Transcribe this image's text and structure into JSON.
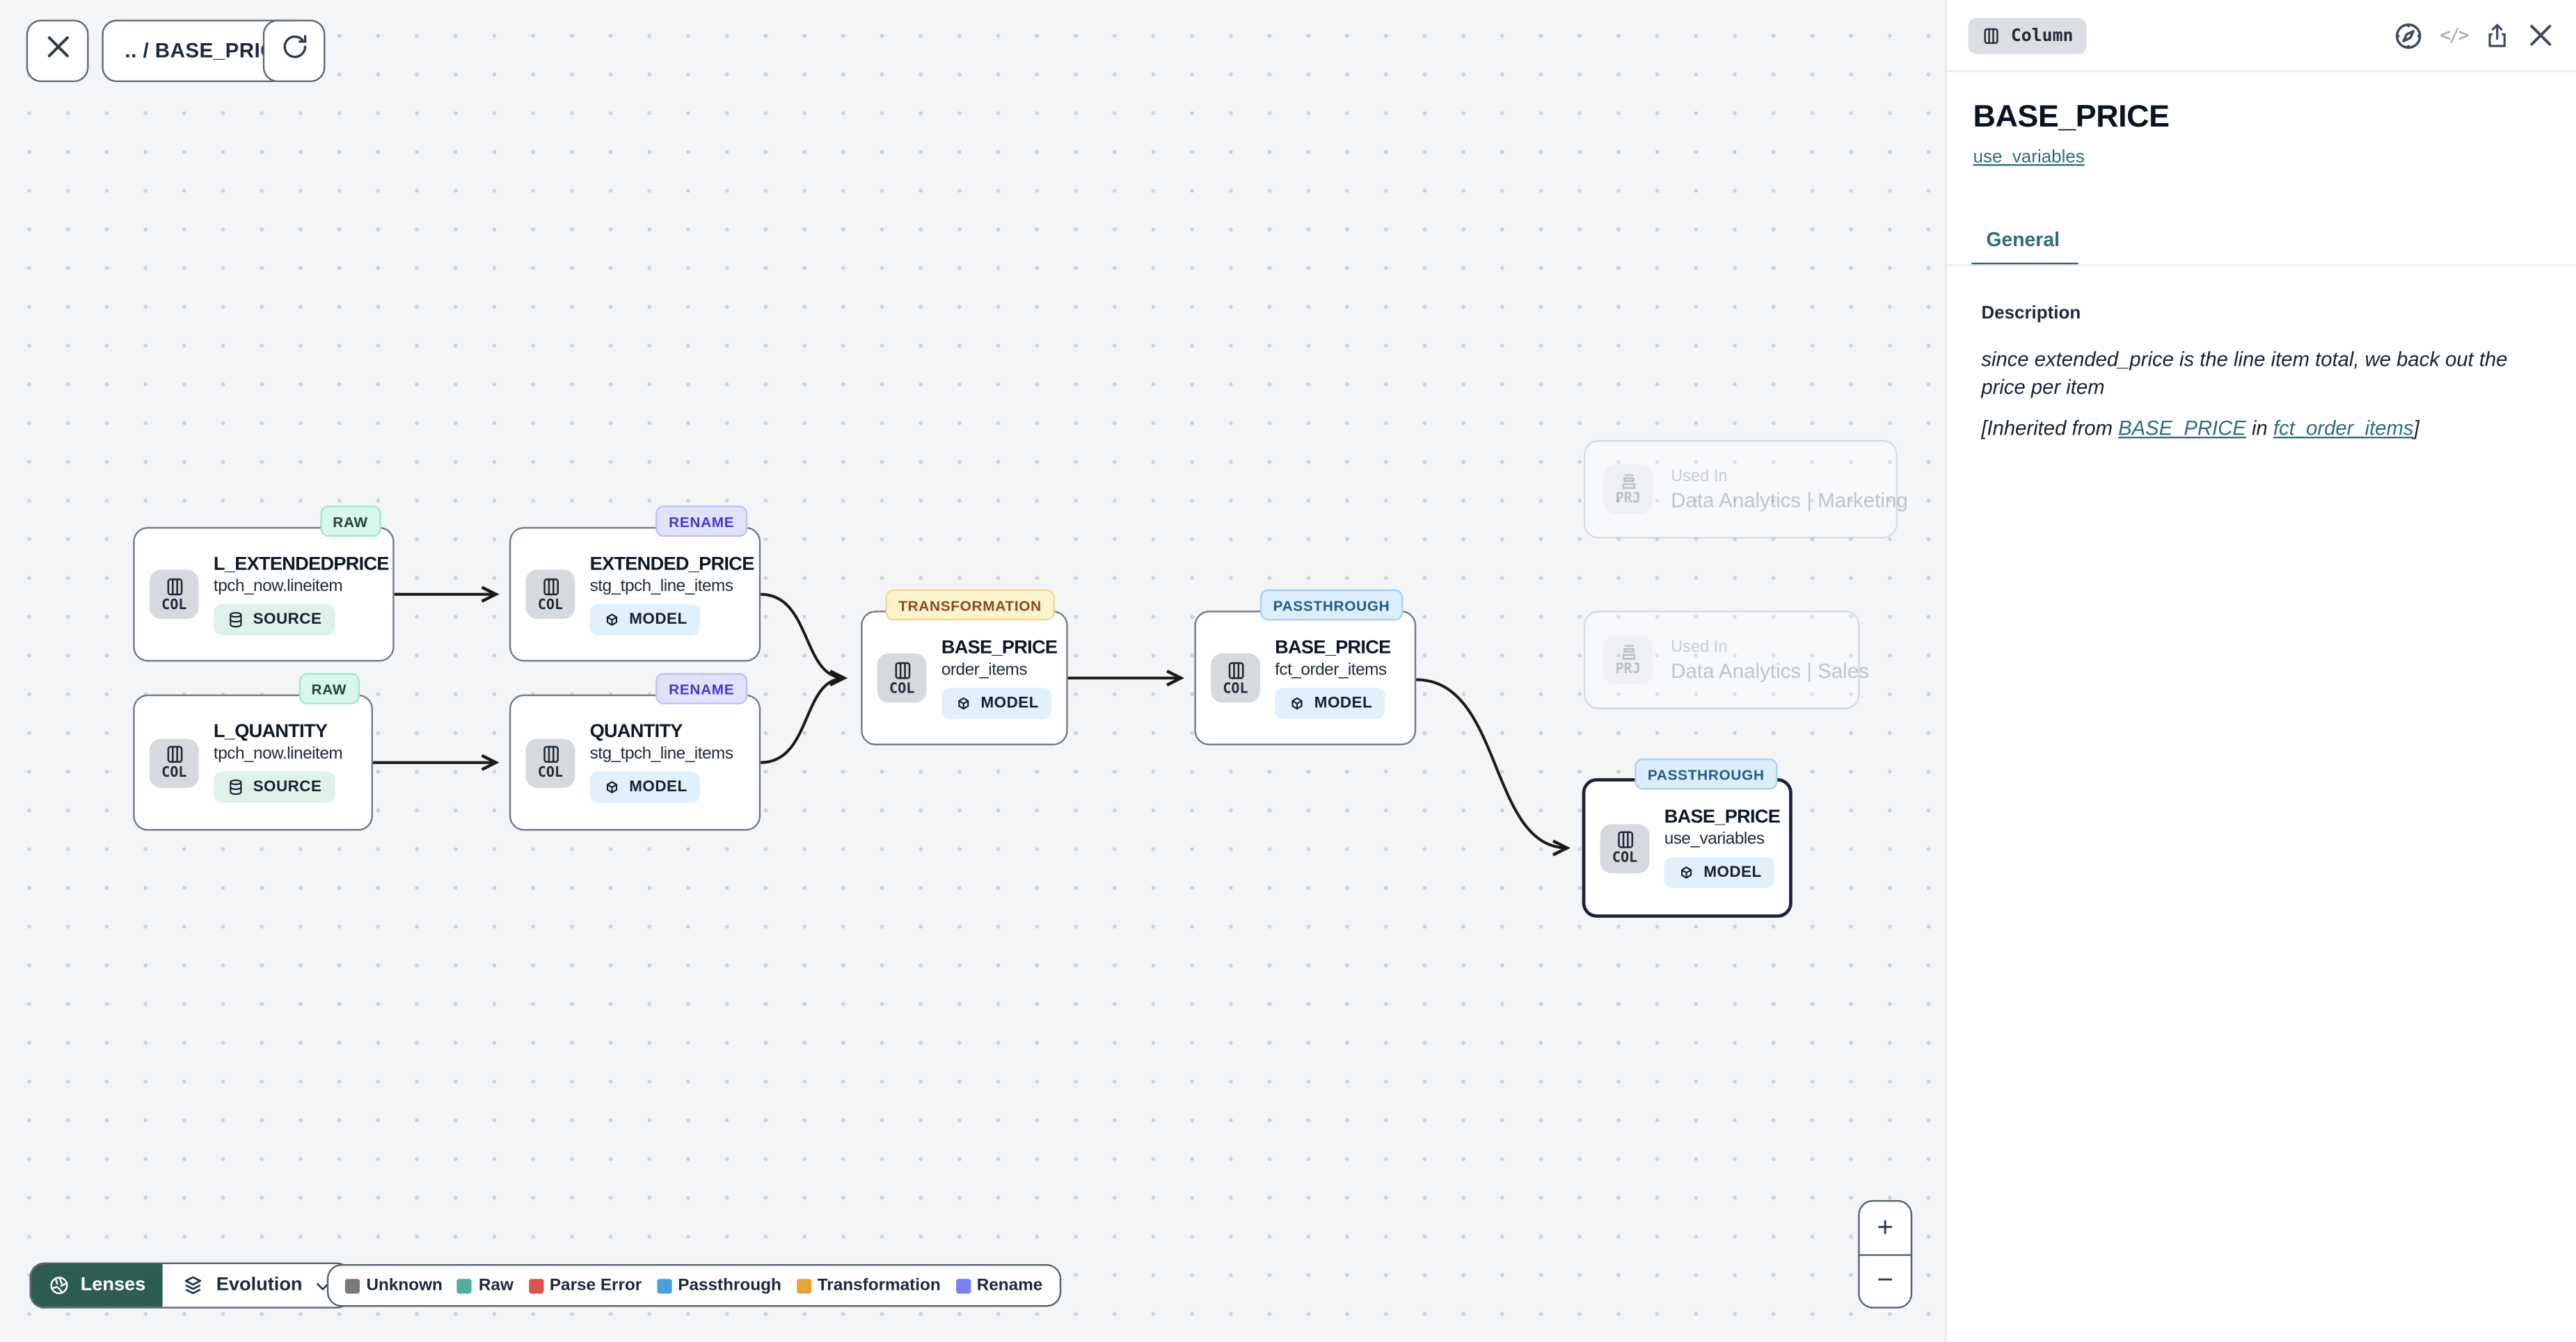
{
  "toolbar": {
    "breadcrumb": ".. / BASE_PRICE",
    "close_icon": "x-icon",
    "refresh_icon": "refresh-icon"
  },
  "panel": {
    "type_badge": "Column",
    "header_icons": [
      "compass-icon",
      "code-icon",
      "share-icon",
      "close-icon"
    ],
    "code_glyph": "</>",
    "title": "BASE_PRICE",
    "model_link": "use_variables",
    "tab_general": "General",
    "description_heading": "Description",
    "description_text": "since extended_price is the line item total, we back out the price per item",
    "inherited_prefix": "[Inherited from ",
    "inherited_link_column": "BASE_PRICE",
    "inherited_middle": " in ",
    "inherited_link_model": "fct_order_items",
    "inherited_suffix": "]"
  },
  "graph": {
    "badge_label": "COL",
    "nodes": [
      {
        "tag": "RAW",
        "title": "L_EXTENDEDPRICE",
        "subtitle": "tpch_now.lineitem",
        "kind": "SOURCE"
      },
      {
        "tag": "RENAME",
        "title": "EXTENDED_PRICE",
        "subtitle": "stg_tpch_line_items",
        "kind": "MODEL"
      },
      {
        "tag": "RAW",
        "title": "L_QUANTITY",
        "subtitle": "tpch_now.lineitem",
        "kind": "SOURCE"
      },
      {
        "tag": "RENAME",
        "title": "QUANTITY",
        "subtitle": "stg_tpch_line_items",
        "kind": "MODEL"
      },
      {
        "tag": "TRANSFORMATION",
        "title": "BASE_PRICE",
        "subtitle": "order_items",
        "kind": "MODEL"
      },
      {
        "tag": "PASSTHROUGH",
        "title": "BASE_PRICE",
        "subtitle": "fct_order_items",
        "kind": "MODEL"
      },
      {
        "tag": "PASSTHROUGH",
        "title": "BASE_PRICE",
        "subtitle": "use_variables",
        "kind": "MODEL",
        "selected": true
      }
    ],
    "used_in": [
      {
        "badge": "PRJ",
        "label": "Used In",
        "title": "Data Analytics | Marketing"
      },
      {
        "badge": "PRJ",
        "label": "Used In",
        "title": "Data Analytics | Sales"
      }
    ]
  },
  "controls": {
    "lenses_label": "Lenses",
    "lens_selected": "Evolution",
    "zoom_in": "+",
    "zoom_out": "−",
    "legend": [
      {
        "label": "Unknown",
        "color": "#7a7a7a"
      },
      {
        "label": "Raw",
        "color": "#4fae9d"
      },
      {
        "label": "Parse Error",
        "color": "#d9534f"
      },
      {
        "label": "Passthrough",
        "color": "#4d9fdb"
      },
      {
        "label": "Transformation",
        "color": "#e8a33d"
      },
      {
        "label": "Rename",
        "color": "#7b7ff2"
      }
    ]
  },
  "colors": {
    "accent_teal": "#2d6e74",
    "lenses_green": "#2d5c50",
    "canvas_bg": "#f4f5f7"
  }
}
